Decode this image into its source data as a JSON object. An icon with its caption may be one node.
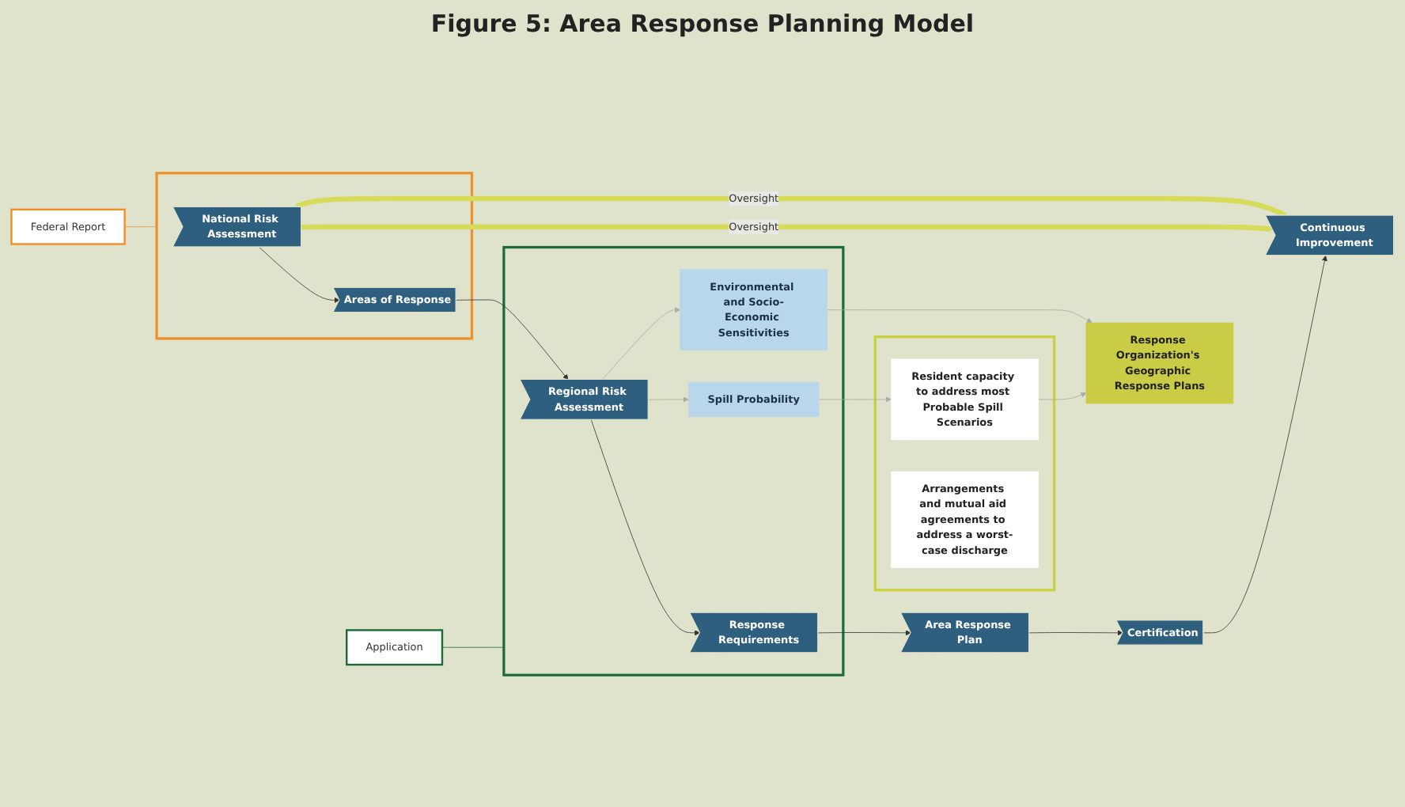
{
  "diagram": {
    "title": "Figure 5: Area Response Planning Model",
    "nodes": [
      {
        "text": [],
        "shape": "box"
      },
      {
        "text": [
          "National Risk Assessment"
        ],
        "in": 0
      },
      {
        "text": [
          "Areas of Response"
        ],
        "in": 0
      },
      {
        "text": [],
        "shape": "box"
      },
      {
        "text": [
          "Regional Risk Assessment"
        ],
        "in": 3
      },
      {
        "text": [
          "Response Requirements"
        ],
        "in": 3
      },
      {
        "text": [
          "Area Response Plan"
        ]
      },
      {
        "text": [
          "Certification"
        ]
      },
      {
        "text": [
          "Continuous Improvement"
        ]
      },
      {
        "text": [
          "Spill Probability"
        ],
        "in": 3
      },
      {
        "text": [],
        "shape": "box"
      },
      {
        "text": [
          "Resident capacity to address most Probable Spill Scenarios"
        ],
        "in": 10
      },
      {
        "text": [
          "Arrangements and mutual aid agreements to address a worst-case discharge"
        ],
        "in": 10
      },
      {
        "text": [
          "Environmental and Socio-Economic Sensitivities"
        ],
        "in": 3
      },
      {
        "text": [
          "Response Organization's Geographic Response Plans"
        ]
      },
      {
        "text": [
          "Federal Report"
        ]
      },
      {
        "text": [
          "Application"
        ]
      }
    ],
    "edges": [
      {
        "from": 1,
        "to": 2,
        "arrow": "to"
      },
      {
        "from": 2,
        "to": 4,
        "arrow": "to"
      },
      {
        "from": 4,
        "to": 5,
        "arrow": "to"
      },
      {
        "from": 5,
        "to": 6,
        "arrow": "to"
      },
      {
        "from": 6,
        "to": 7,
        "arrow": "to"
      },
      {
        "from": 7,
        "to": 8,
        "arrow": "to"
      },
      {
        "from": 1,
        "to": 8,
        "arrow": "to",
        "label": "Oversight",
        "style": "thick",
        "color": "#d6dc5a"
      },
      {
        "from": 8,
        "to": 1,
        "arrow": "to",
        "label": "Oversight",
        "style": "thick",
        "color": "#d6dc5a"
      },
      {
        "from": 4,
        "to": 9,
        "arrow": "to",
        "color": "#a9a9a9"
      },
      {
        "from": 4,
        "to": 13,
        "arrow": "to",
        "color": "#a9a9a9"
      },
      {
        "from": 9,
        "to": 11,
        "arrow": "to",
        "color": "#a9a9a9"
      },
      {
        "from": 11,
        "to": 14,
        "arrow": "to",
        "color": "#a9a9a9"
      },
      {
        "from": 13,
        "to": 14,
        "arrow": "to",
        "color": "#a9a9a9"
      },
      {
        "from": 15,
        "to": 0,
        "arrow": "none",
        "color": "#f0902a"
      },
      {
        "from": 16,
        "to": 3,
        "arrow": "none",
        "color": "#1e6b3a"
      }
    ]
  }
}
